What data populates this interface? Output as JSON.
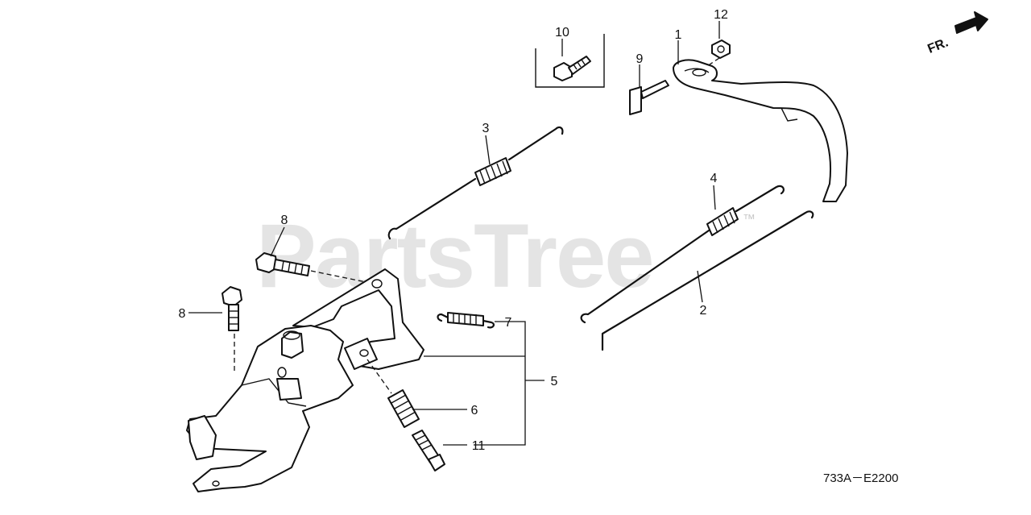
{
  "watermark": {
    "text": "PartsTree",
    "trademark": "™"
  },
  "direction_label": "FR.",
  "diagram_code": "733A－E2200",
  "callouts": [
    "1",
    "2",
    "3",
    "4",
    "5",
    "6",
    "7",
    "8",
    "8",
    "9",
    "10",
    "11",
    "12"
  ]
}
